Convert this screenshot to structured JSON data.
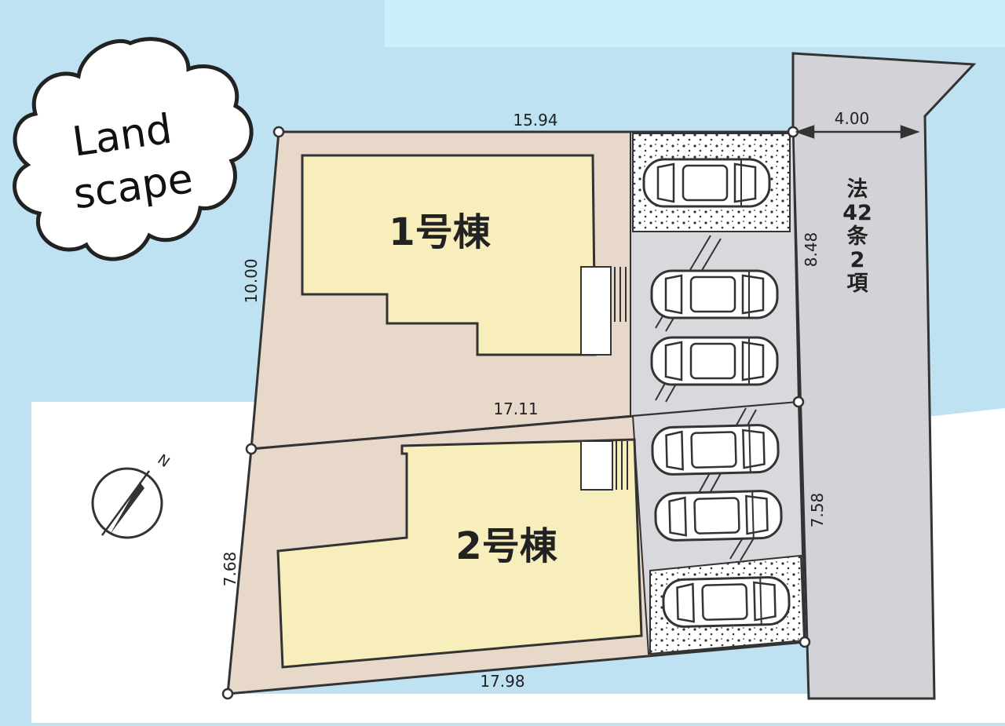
{
  "logo": {
    "line1": "Land",
    "line2": "scape"
  },
  "buildings": [
    {
      "label": "1号棟"
    },
    {
      "label": "2号棟"
    }
  ],
  "dimensions": {
    "top": "15.94",
    "road_width": "4.00",
    "left_upper": "10.00",
    "middle": "17.11",
    "right_upper": "8.48",
    "left_lower": "7.68",
    "bottom": "17.98",
    "right_lower": "7.58"
  },
  "road": {
    "label_chars": [
      "法",
      "42",
      "条",
      "2",
      "項"
    ]
  },
  "compass": {
    "north_label": "N"
  },
  "colors": {
    "sky": "#bfe2f2",
    "lot": "#e7d8ca",
    "building": "#f8eebb",
    "parking": "#d9d9dd",
    "road": "#d3d3d7",
    "planting": "#ffffff",
    "line": "#333333"
  }
}
